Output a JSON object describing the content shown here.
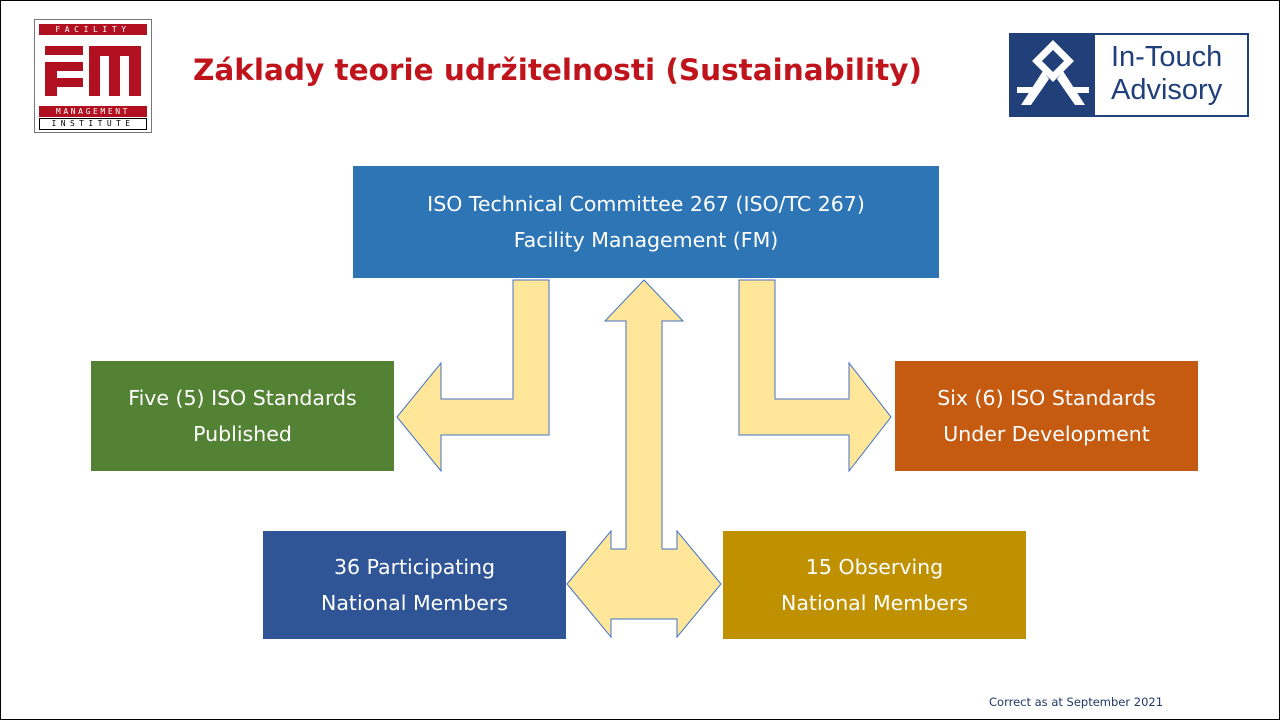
{
  "header": {
    "title": "Základy teorie udržitelnosti (Sustainability)",
    "title_color": "#c0141c"
  },
  "fm_logo": {
    "top_strip": "FACILITY",
    "mark": "FM",
    "middle_strip": "MANAGEMENT",
    "bottom_strip": "INSTITUTE",
    "color": "#b01020"
  },
  "intouch_logo": {
    "line1": "In-Touch",
    "line2": "Advisory",
    "color": "#213f79"
  },
  "diagram": {
    "center": {
      "line1": "ISO Technical Committee 267 (ISO/TC 267)",
      "line2": "Facility Management (FM)",
      "color": "#2e75b6"
    },
    "published": {
      "line1": "Five (5) ISO Standards",
      "line2": "Published",
      "color": "#548235"
    },
    "development": {
      "line1": "Six (6) ISO Standards",
      "line2": "Under Development",
      "color": "#c55a11"
    },
    "participating": {
      "line1": "36 Participating",
      "line2": "National Members",
      "color": "#2f5597"
    },
    "observing": {
      "line1": "15 Observing",
      "line2": "National Members",
      "color": "#bf9000"
    },
    "arrow_fill": "#ffe699",
    "arrow_stroke": "#4472c4"
  },
  "footnote": "Correct as at September 2021"
}
